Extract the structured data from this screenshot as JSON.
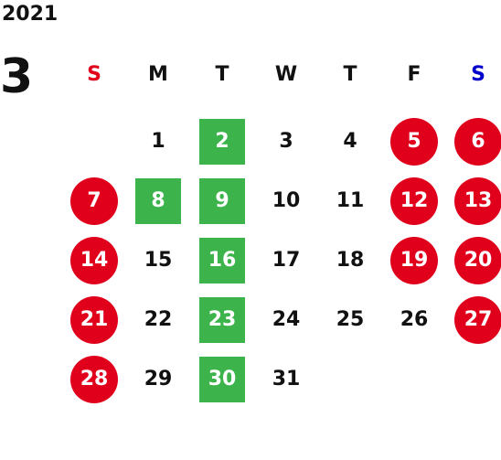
{
  "year": "2021",
  "month": "3",
  "colors": {
    "holiday": "#e0001b",
    "green": "#3cb44b",
    "sunday_header": "#e0001b",
    "saturday_header": "#0000cc"
  },
  "weekdays": [
    "S",
    "M",
    "T",
    "W",
    "T",
    "F",
    "S"
  ],
  "weeks": [
    [
      {
        "d": ""
      },
      {
        "d": "1"
      },
      {
        "d": "2",
        "s": "square"
      },
      {
        "d": "3"
      },
      {
        "d": "4"
      },
      {
        "d": "5",
        "s": "circle"
      },
      {
        "d": "6",
        "s": "circle"
      }
    ],
    [
      {
        "d": "7",
        "s": "circle"
      },
      {
        "d": "8",
        "s": "square"
      },
      {
        "d": "9",
        "s": "square"
      },
      {
        "d": "10"
      },
      {
        "d": "11"
      },
      {
        "d": "12",
        "s": "circle"
      },
      {
        "d": "13",
        "s": "circle"
      }
    ],
    [
      {
        "d": "14",
        "s": "circle"
      },
      {
        "d": "15"
      },
      {
        "d": "16",
        "s": "square"
      },
      {
        "d": "17"
      },
      {
        "d": "18"
      },
      {
        "d": "19",
        "s": "circle"
      },
      {
        "d": "20",
        "s": "circle"
      }
    ],
    [
      {
        "d": "21",
        "s": "circle"
      },
      {
        "d": "22"
      },
      {
        "d": "23",
        "s": "square"
      },
      {
        "d": "24"
      },
      {
        "d": "25"
      },
      {
        "d": "26"
      },
      {
        "d": "27",
        "s": "circle"
      }
    ],
    [
      {
        "d": "28",
        "s": "circle"
      },
      {
        "d": "29"
      },
      {
        "d": "30",
        "s": "square"
      },
      {
        "d": "31"
      },
      {
        "d": ""
      },
      {
        "d": ""
      },
      {
        "d": ""
      }
    ]
  ]
}
